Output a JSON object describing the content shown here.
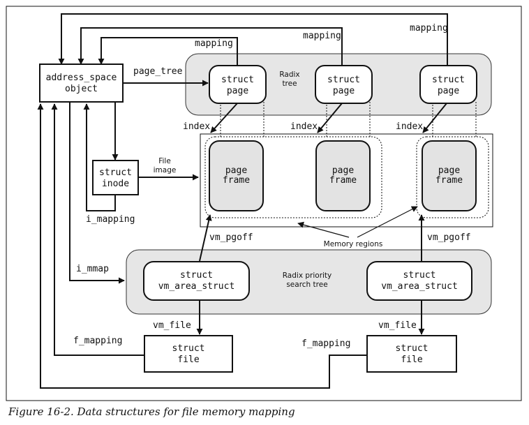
{
  "caption": "Figure 16-2. Data structures for file memory mapping",
  "nodes": {
    "address_space": [
      "address_space",
      "object"
    ],
    "page1": [
      "struct",
      "page"
    ],
    "page2": [
      "struct",
      "page"
    ],
    "page3": [
      "struct",
      "page"
    ],
    "inode": [
      "struct",
      "inode"
    ],
    "frame1": [
      "page",
      "frame"
    ],
    "frame2": [
      "page",
      "frame"
    ],
    "frame3": [
      "page",
      "frame"
    ],
    "vma1": [
      "struct",
      "vm_area_struct"
    ],
    "vma2": [
      "struct",
      "vm_area_struct"
    ],
    "file1": [
      "struct",
      "file"
    ],
    "file2": [
      "struct",
      "file"
    ]
  },
  "regions": {
    "radix_tree": [
      "Radix",
      "tree"
    ],
    "priority_tree": [
      "Radix priority",
      "search tree"
    ]
  },
  "labels": {
    "mapping1": "mapping",
    "mapping2": "mapping",
    "mapping3": "mapping",
    "page_tree": "page_tree",
    "index1": "index",
    "index2": "index",
    "index3": "index",
    "file_image": [
      "File",
      "image"
    ],
    "i_mapping": "i_mapping",
    "i_mmap": "i_mmap",
    "vm_pgoff1": "vm_pgoff",
    "vm_pgoff2": "vm_pgoff",
    "memory_regions": "Memory regions",
    "vm_file1": "vm_file",
    "vm_file2": "vm_file",
    "f_mapping1": "f_mapping",
    "f_mapping2": "f_mapping"
  }
}
